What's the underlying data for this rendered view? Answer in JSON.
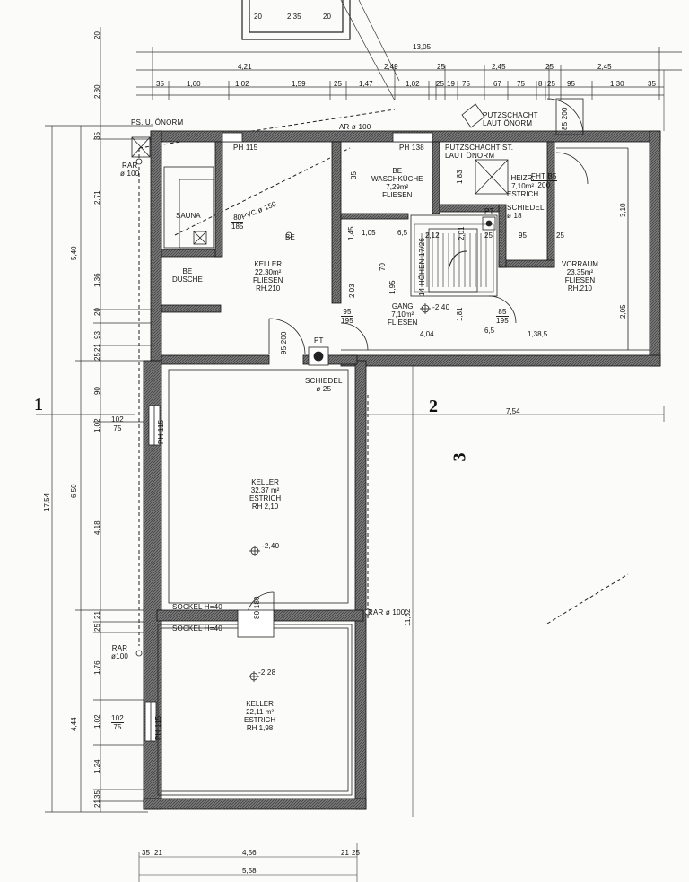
{
  "rooms": {
    "sauna": {
      "name": "SAUNA",
      "dims": [
        "80",
        "185"
      ]
    },
    "dusche": {
      "name": [
        "BE",
        "DUSCHE"
      ]
    },
    "keller1": {
      "lines": [
        "KELLER",
        "22,30m²",
        "FLIESEN",
        "RH.210"
      ]
    },
    "waschkueche": {
      "lines": [
        "BE",
        "WASCHKÜCHE",
        "7,29m²",
        "FLIESEN"
      ]
    },
    "heizr": {
      "lines": [
        "HEIZR.",
        "7,10m²",
        "ESTRICH"
      ]
    },
    "vorraum": {
      "lines": [
        "VORRAUM",
        "23,35m²",
        "FLIESEN",
        "RH.210"
      ]
    },
    "gang": {
      "lines": [
        "GANG",
        "7,10m²",
        "FLIESEN"
      ]
    },
    "keller2": {
      "lines": [
        "KELLER",
        "32,37 m²",
        "ESTRICH",
        "RH 2,10"
      ]
    },
    "keller3": {
      "lines": [
        "KELLER",
        "22,11 m²",
        "ESTRICH",
        "RH 1,98"
      ]
    }
  },
  "labels": {
    "putzschacht_oenorm": [
      "PUTZSCHACHT",
      "LAUT ÖNORM"
    ],
    "putzschacht_st": [
      "PUTZSCHACHT ST.",
      "LAUT ÖNORM"
    ],
    "ps_oenorm": "PS. U. ÖNORM",
    "rar100_top": [
      "RAR",
      "ø 100"
    ],
    "ar100_top": "AR ø 100",
    "ph115_top": "PH 115",
    "ph138": "PH 138",
    "pvc150": "PVC ø 150",
    "be": "BE",
    "fht": [
      "FHT B5",
      "200"
    ],
    "schiedel18": [
      "SCHIEDEL",
      "ø 18"
    ],
    "pt": "PT",
    "schiedel25": [
      "SCHIEDEL",
      "ø 25"
    ],
    "hoehen": "14 HÖHEN 17/26",
    "level_gang": "-2,40",
    "level_keller2": "-2,40",
    "level_keller3": "-2,28",
    "sockel1": "SOCKEL H=40",
    "sockel2": "SOCKEL H=40",
    "rar100_right": "RAR ø 100",
    "rar100_left": [
      "RAR",
      "ø100"
    ],
    "ph115_left1": "PH 115",
    "ph115_left2": "PH 115",
    "win1": [
      "102",
      "75"
    ],
    "win2": [
      "102",
      "75"
    ],
    "door_95_200": [
      "95",
      "200"
    ],
    "door_95_195a": [
      "95",
      "195"
    ],
    "door_85_195": [
      "85",
      "195"
    ],
    "door_80_180": [
      "80",
      "180"
    ],
    "door_85_200": [
      "85",
      "200"
    ],
    "axis1": "1",
    "axis2": "2",
    "axis3": "3"
  },
  "dims_top": {
    "row0": [
      "20",
      "2,35",
      "20"
    ],
    "row1": [
      "13,05"
    ],
    "row2": [
      "4,21",
      "2,49",
      "25",
      "2,45",
      "25",
      "2,45"
    ],
    "row3": [
      "35",
      "1,60",
      "1,02",
      "1,59",
      "25",
      "1,47",
      "1,02",
      "25",
      "19",
      "75",
      "67",
      "75",
      "8",
      "25",
      "95",
      "1,30",
      "35"
    ]
  },
  "dims_left": {
    "outer": [
      "17,54"
    ],
    "mid": [
      "5,40",
      "6,50",
      "4,44"
    ],
    "inner": [
      "20",
      "2,30",
      "35",
      "2,71",
      "1,36",
      "20",
      "93",
      "21",
      "25",
      "90",
      "1,02",
      "4,18",
      "21",
      "25",
      "1,76",
      "1,02",
      "1,24",
      "35",
      "21"
    ]
  },
  "dims_inner": {
    "d105": "1,05",
    "d145": "1,45",
    "d65": "6,5",
    "d212": "2,12",
    "d201": "2,01",
    "d25a": "25",
    "d95": "95",
    "d25b": "25",
    "d203": "2,03",
    "d70": "70",
    "d195": "1,95",
    "d404": "4,04",
    "d65b": "6,5",
    "d138": "1,38,5",
    "d181": "1,81",
    "d310": "3,10",
    "d205": "2,05",
    "d183": "1,83",
    "d35": "35",
    "d754": "7,54",
    "d1162": "11,62"
  },
  "dims_bottom": {
    "row1": [
      "35",
      "21",
      "4,56",
      "21",
      "25"
    ],
    "row2": [
      "5,58"
    ]
  }
}
